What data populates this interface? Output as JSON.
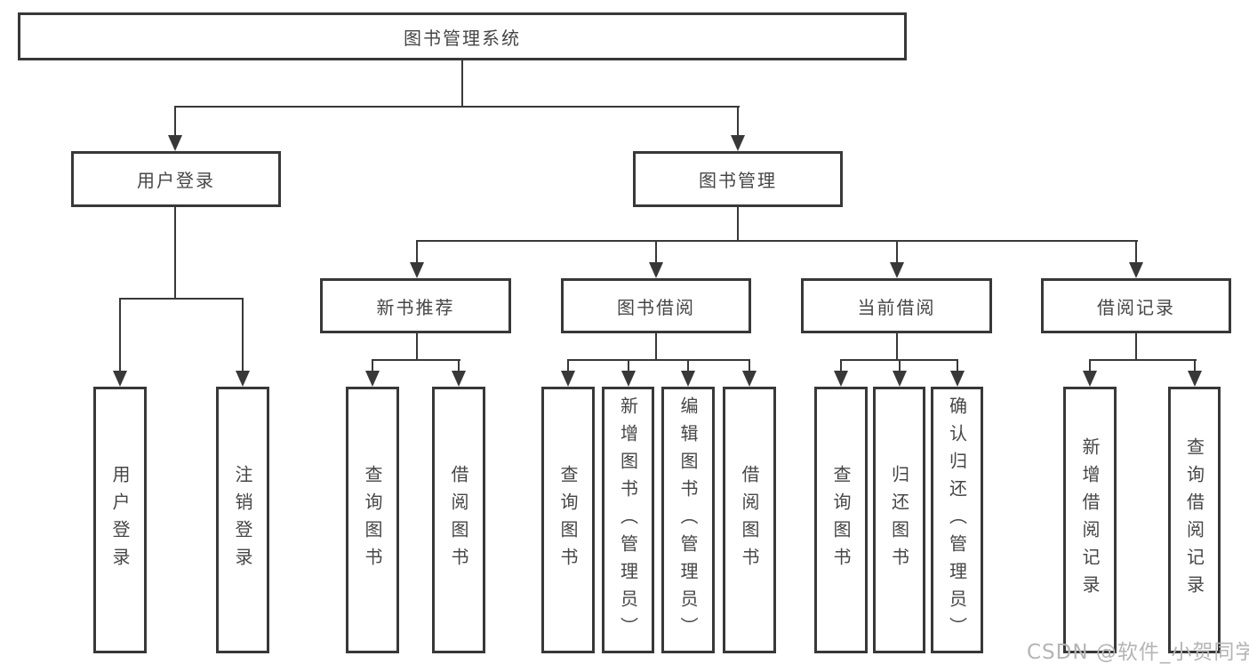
{
  "diagram": {
    "root": "图书管理系统",
    "level2": [
      {
        "label": "用户登录",
        "leaves": [
          "用户登录",
          "注销登录"
        ]
      },
      {
        "label": "图书管理"
      }
    ],
    "level3": [
      {
        "label": "新书推荐",
        "leaves": [
          "查询图书",
          "借阅图书"
        ]
      },
      {
        "label": "图书借阅",
        "leaves": [
          "查询图书",
          "新增图书（管理员）",
          "编辑图书（管理员）",
          "借阅图书"
        ]
      },
      {
        "label": "当前借阅",
        "leaves": [
          "查询图书",
          "归还图书",
          "确认归还（管理员）"
        ]
      },
      {
        "label": "借阅记录",
        "leaves": [
          "新增借阅记录",
          "查询借阅记录"
        ]
      }
    ]
  },
  "watermark": "CSDN @软件_小贺同学",
  "colors": {
    "line": "#383838",
    "text": "#464646",
    "watermark": "#b5b5b5",
    "background": "#ffffff"
  }
}
